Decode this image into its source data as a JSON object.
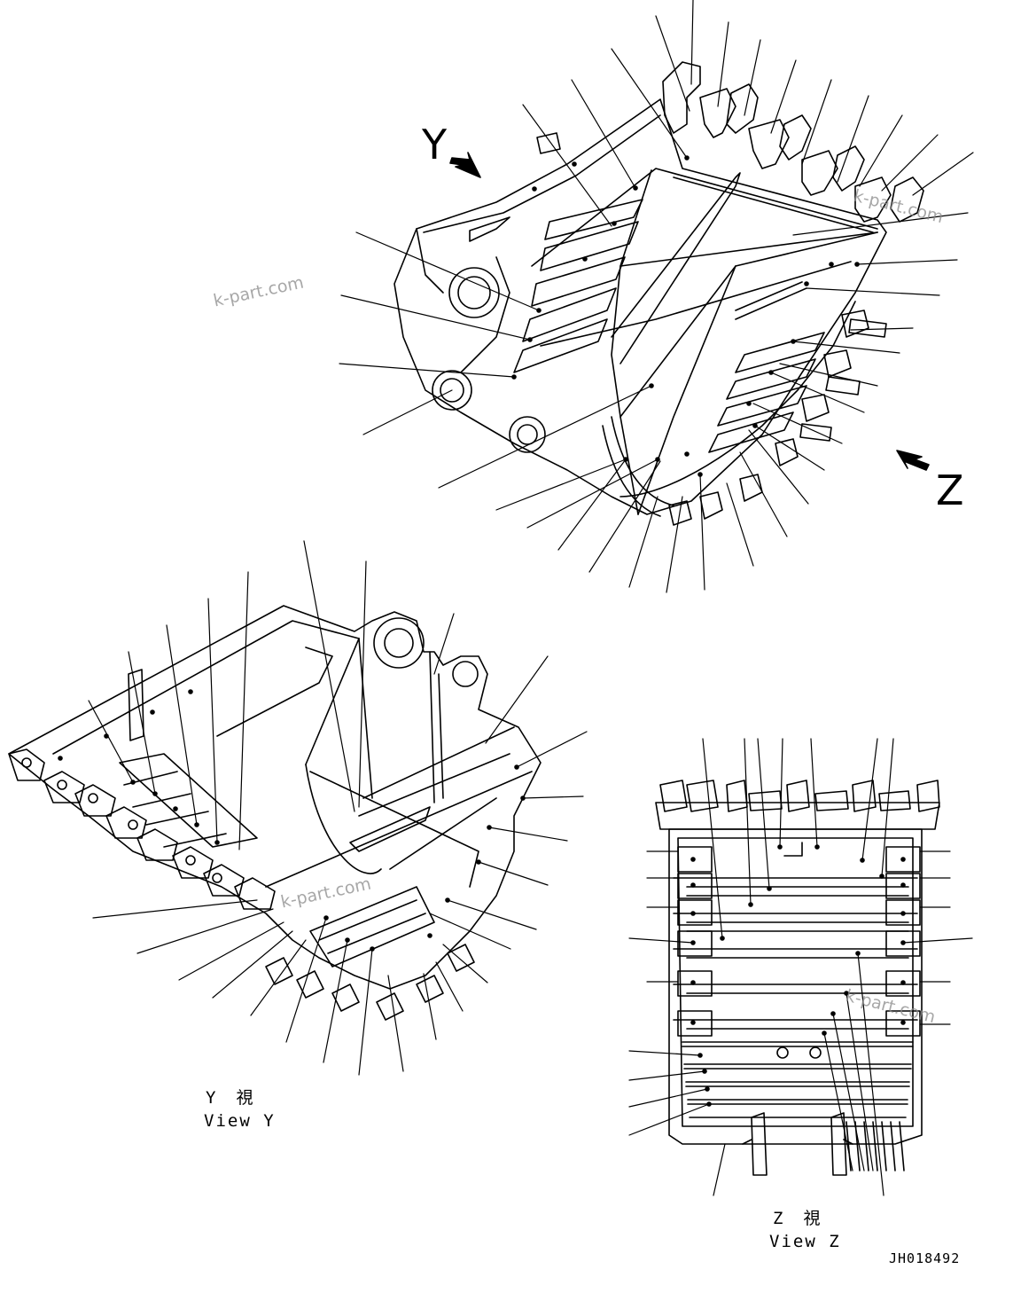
{
  "diagram": {
    "arrow_labels": {
      "y": "Y",
      "z": "Z"
    },
    "views": {
      "y": {
        "jp": "Y　視",
        "en": "View Y"
      },
      "z": {
        "jp": "Z　視",
        "en": "View Z"
      }
    },
    "watermark": "k-part.com",
    "drawing_code": "JH018492"
  }
}
